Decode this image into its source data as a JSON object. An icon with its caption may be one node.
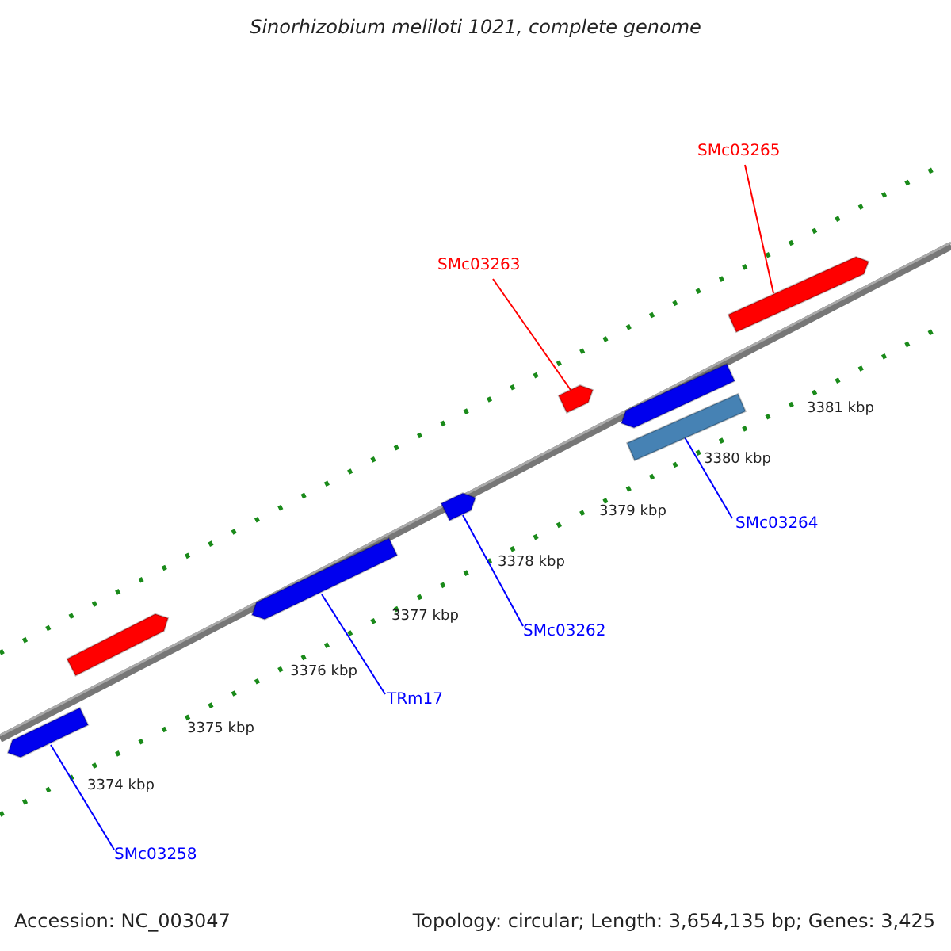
{
  "diagram": {
    "title": "Sinorhizobium meliloti 1021, complete genome",
    "nodes": [
      {
        "text": [
          "SMc03265"
        ]
      },
      {
        "text": [],
        "shape": "bar"
      },
      {
        "text": [
          "SMc03263"
        ]
      },
      {
        "text": [],
        "shape": "bar"
      },
      {
        "text": [],
        "shape": "bar"
      },
      {
        "text": [],
        "shape": "bar"
      },
      {
        "text": [
          "SMc03264"
        ]
      },
      {
        "text": [],
        "shape": "bar"
      },
      {
        "text": [],
        "shape": "bar"
      },
      {
        "text": [],
        "shape": "bar"
      },
      {
        "text": [
          "SMc03262"
        ]
      },
      {
        "text": [],
        "shape": "bar"
      },
      {
        "text": [
          "TRm17"
        ]
      },
      {
        "text": [
          "SMc03258"
        ]
      }
    ],
    "edges": [
      {
        "from": 0,
        "to": 1,
        "arrow": "none",
        "color": "#ff0000"
      },
      {
        "from": 2,
        "to": 3,
        "arrow": "none",
        "color": "#ff0000"
      },
      {
        "from": 6,
        "to": 5,
        "arrow": "none"
      },
      {
        "from": 10,
        "to": 7,
        "arrow": "none"
      },
      {
        "from": 12,
        "to": 9,
        "arrow": "none"
      },
      {
        "from": 13,
        "to": 11,
        "arrow": "none"
      }
    ],
    "labels": [
      "3381 kbp",
      "3380 kbp",
      "3379 kbp",
      "3378 kbp",
      "3377 kbp",
      "3376 kbp",
      "3375 kbp",
      "3374 kbp",
      "Accession: NC_003047",
      "Topology: circular; Length: 3,654,135 bp; Genes: 3,425"
    ]
  }
}
